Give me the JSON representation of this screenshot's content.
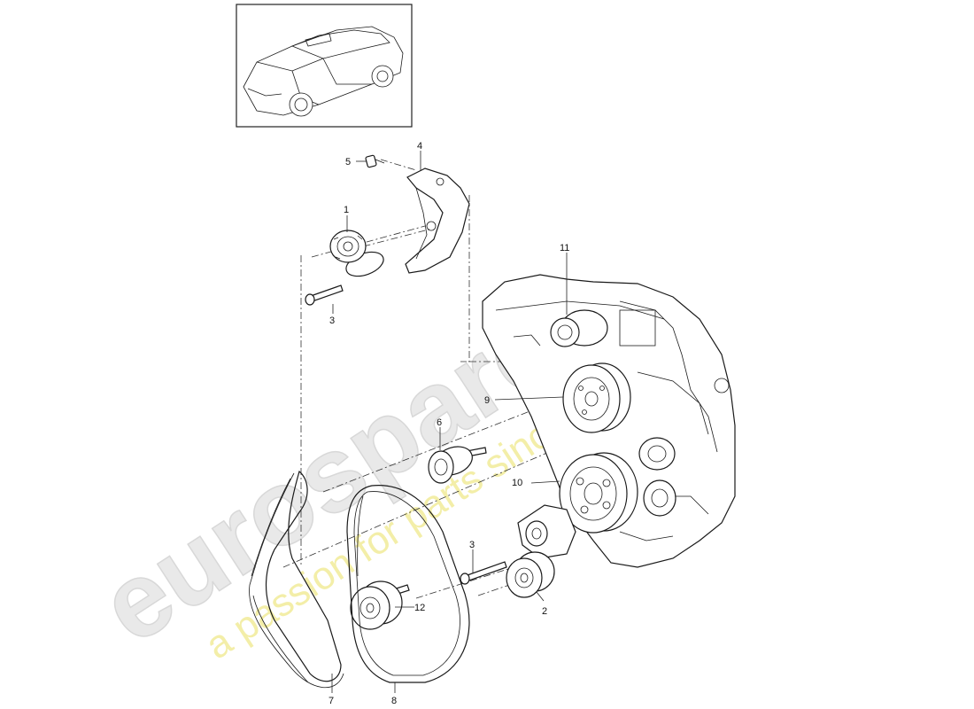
{
  "watermark": {
    "brand": "eurospares",
    "tagline": "a passion for parts since 1985"
  },
  "callouts": {
    "c1": "1",
    "c2": "2",
    "c3a": "3",
    "c3b": "3",
    "c4": "4",
    "c5": "5",
    "c6": "6",
    "c7": "7",
    "c8": "8",
    "c9": "9",
    "c10": "10",
    "c11": "11",
    "c12": "12"
  }
}
